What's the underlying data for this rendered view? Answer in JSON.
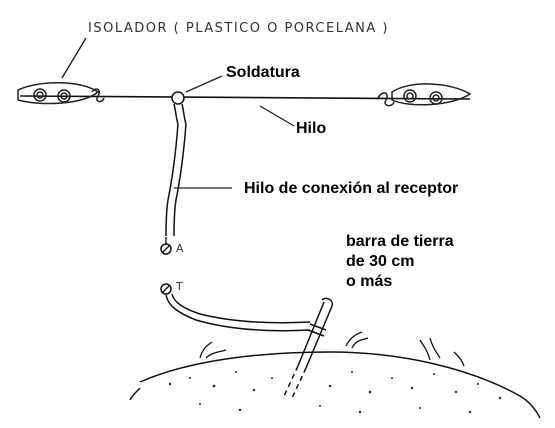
{
  "labels": {
    "insulator": "ISOLADOR ( PLASTICO  O   PORCELANA )",
    "solder": "Soldatura",
    "wire": "Hilo",
    "connection_wire": "Hilo de conexión al receptor",
    "ground_rod_line1": "barra de tierra",
    "ground_rod_line2": " de 30 cm",
    "ground_rod_line3": "o más",
    "terminal_a": "A",
    "terminal_t": "T"
  }
}
